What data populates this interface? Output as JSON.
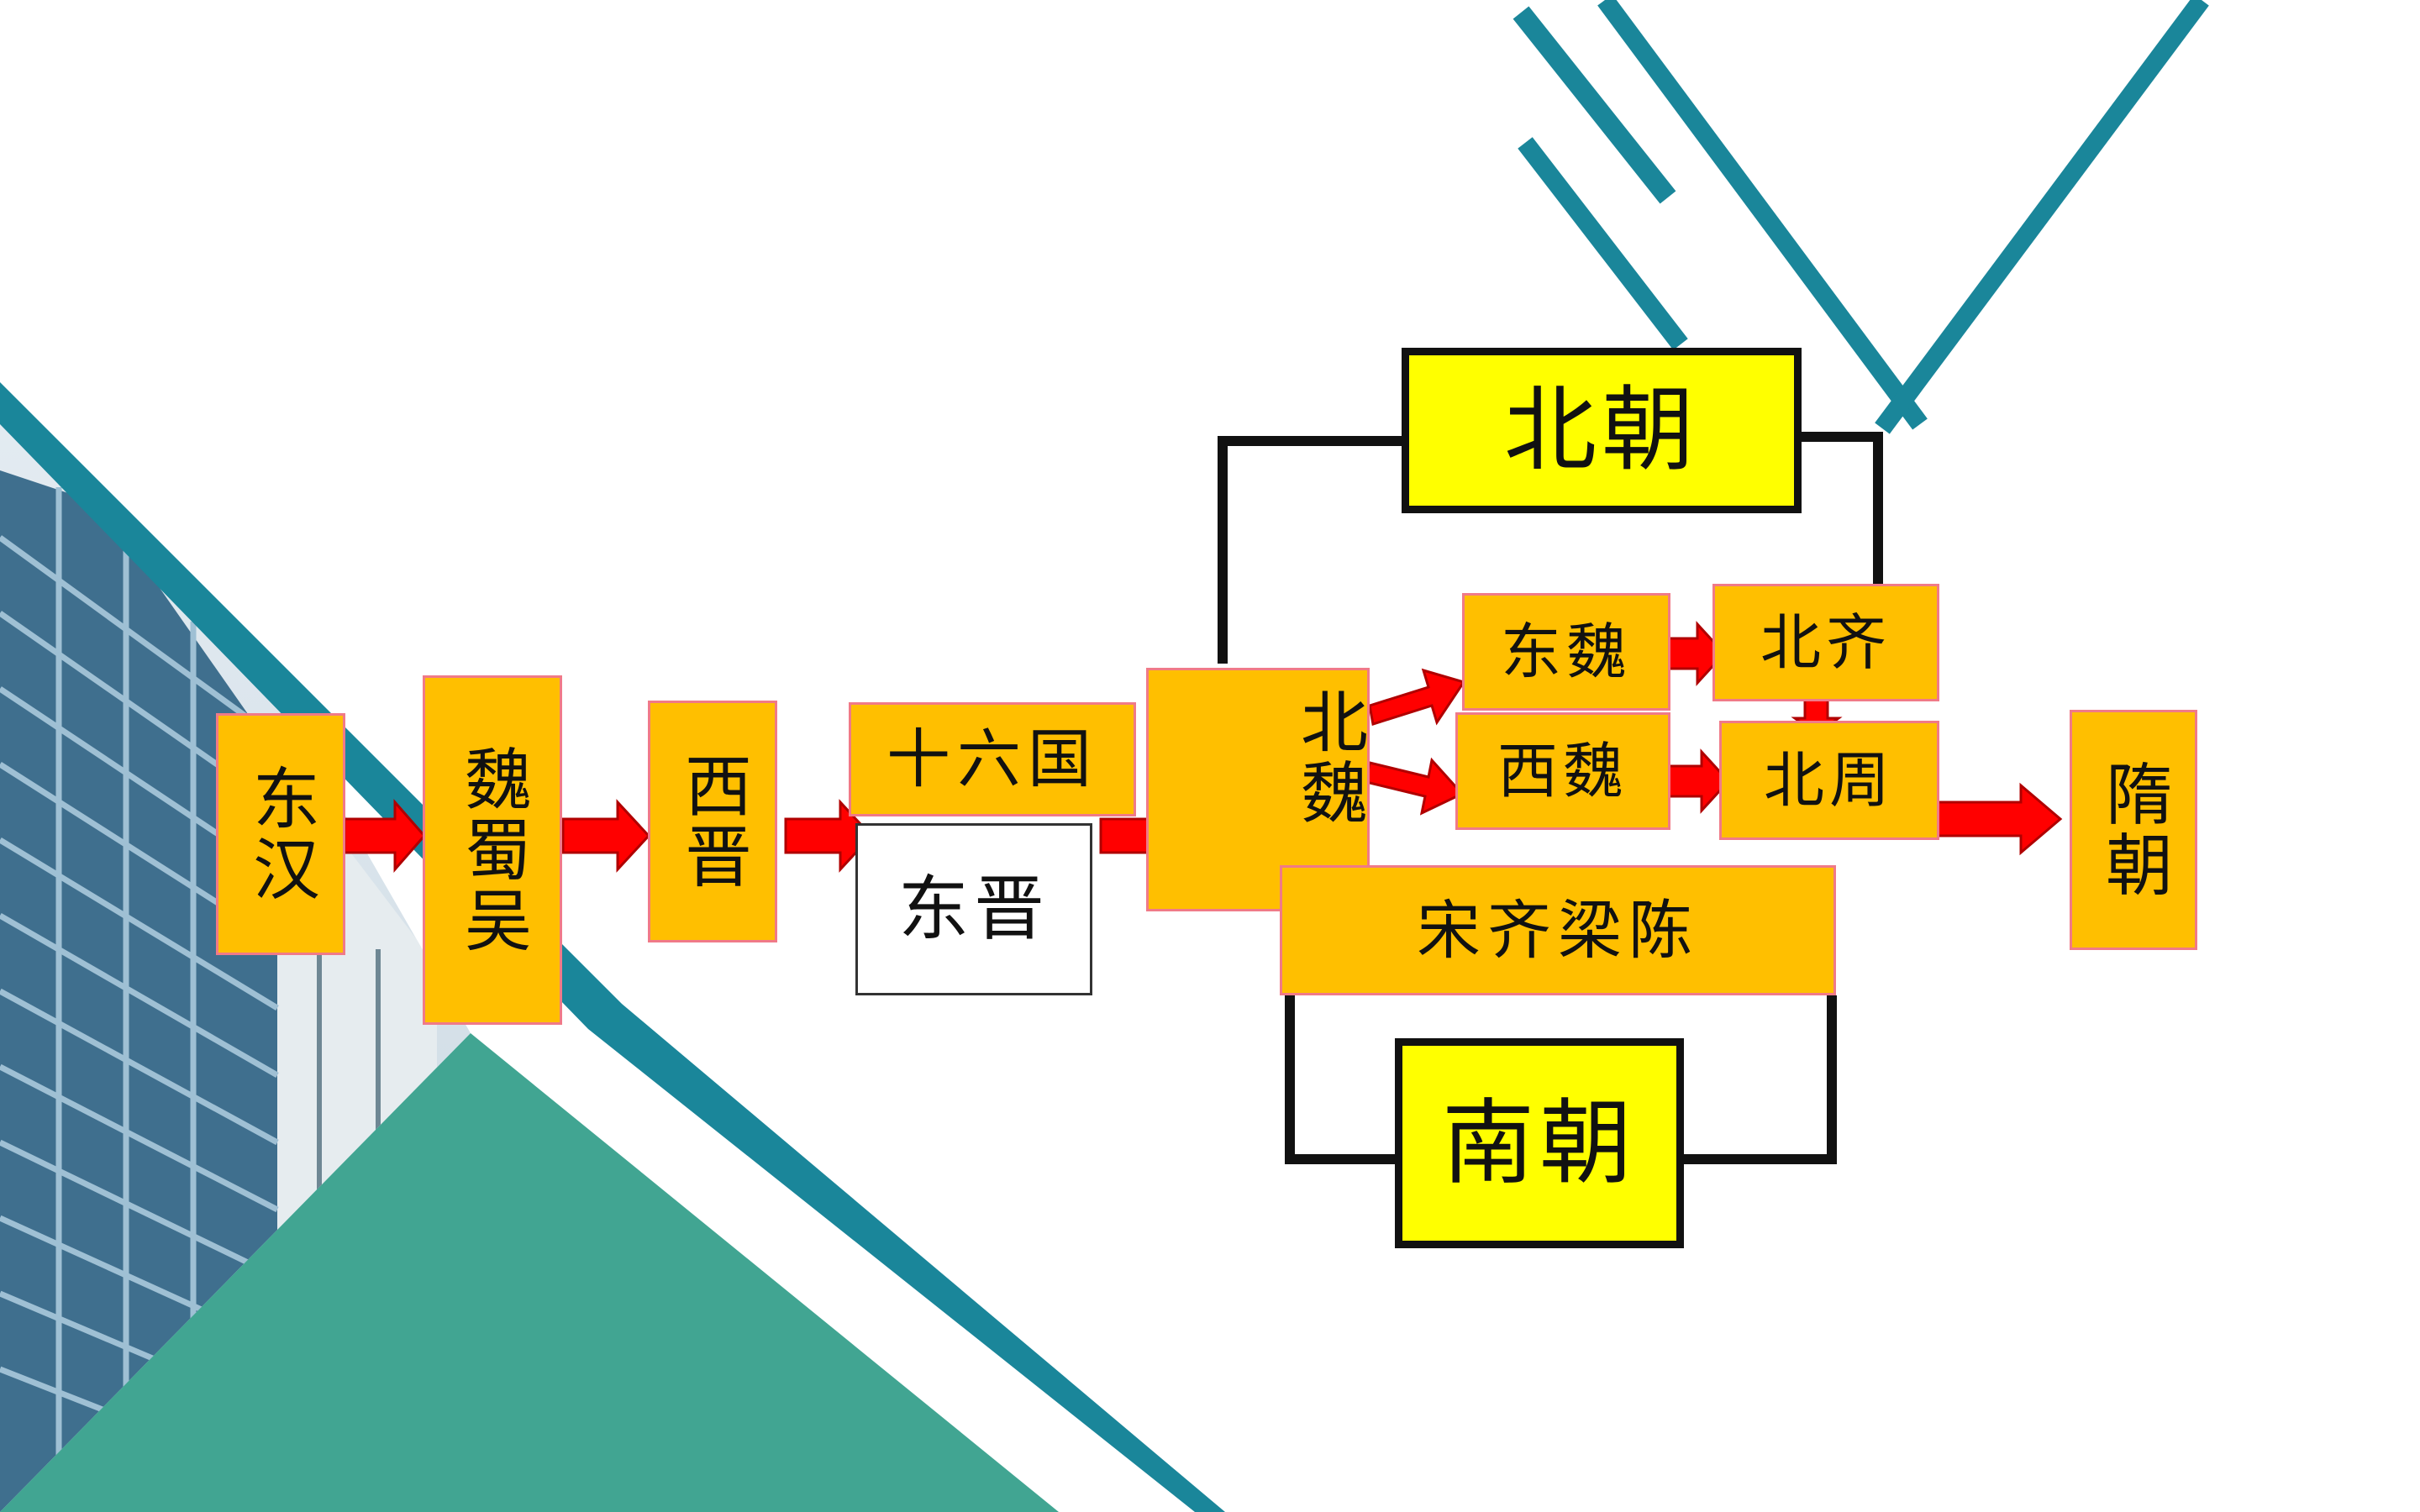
{
  "colors": {
    "teal": "#1a869a",
    "green": "#41a592",
    "orange_box": "#ffbf00",
    "box_border": "#f07a88",
    "yellow_box": "#ffff00",
    "arrow": "#ff0000"
  },
  "nodes": {
    "donghan": "东汉",
    "weishuwu": "魏蜀吴",
    "xijin": "西晋",
    "shiliuguo": "十六国",
    "dongjin": "东晋",
    "beiwei": "北魏",
    "dongwei": "东魏",
    "xiwei": "西魏",
    "beiqi": "北齐",
    "beizhou": "北周",
    "songqiliangchen": "宋齐梁陈",
    "suichao": "隋朝"
  },
  "groups": {
    "northern": "北朝",
    "southern": "南朝"
  }
}
